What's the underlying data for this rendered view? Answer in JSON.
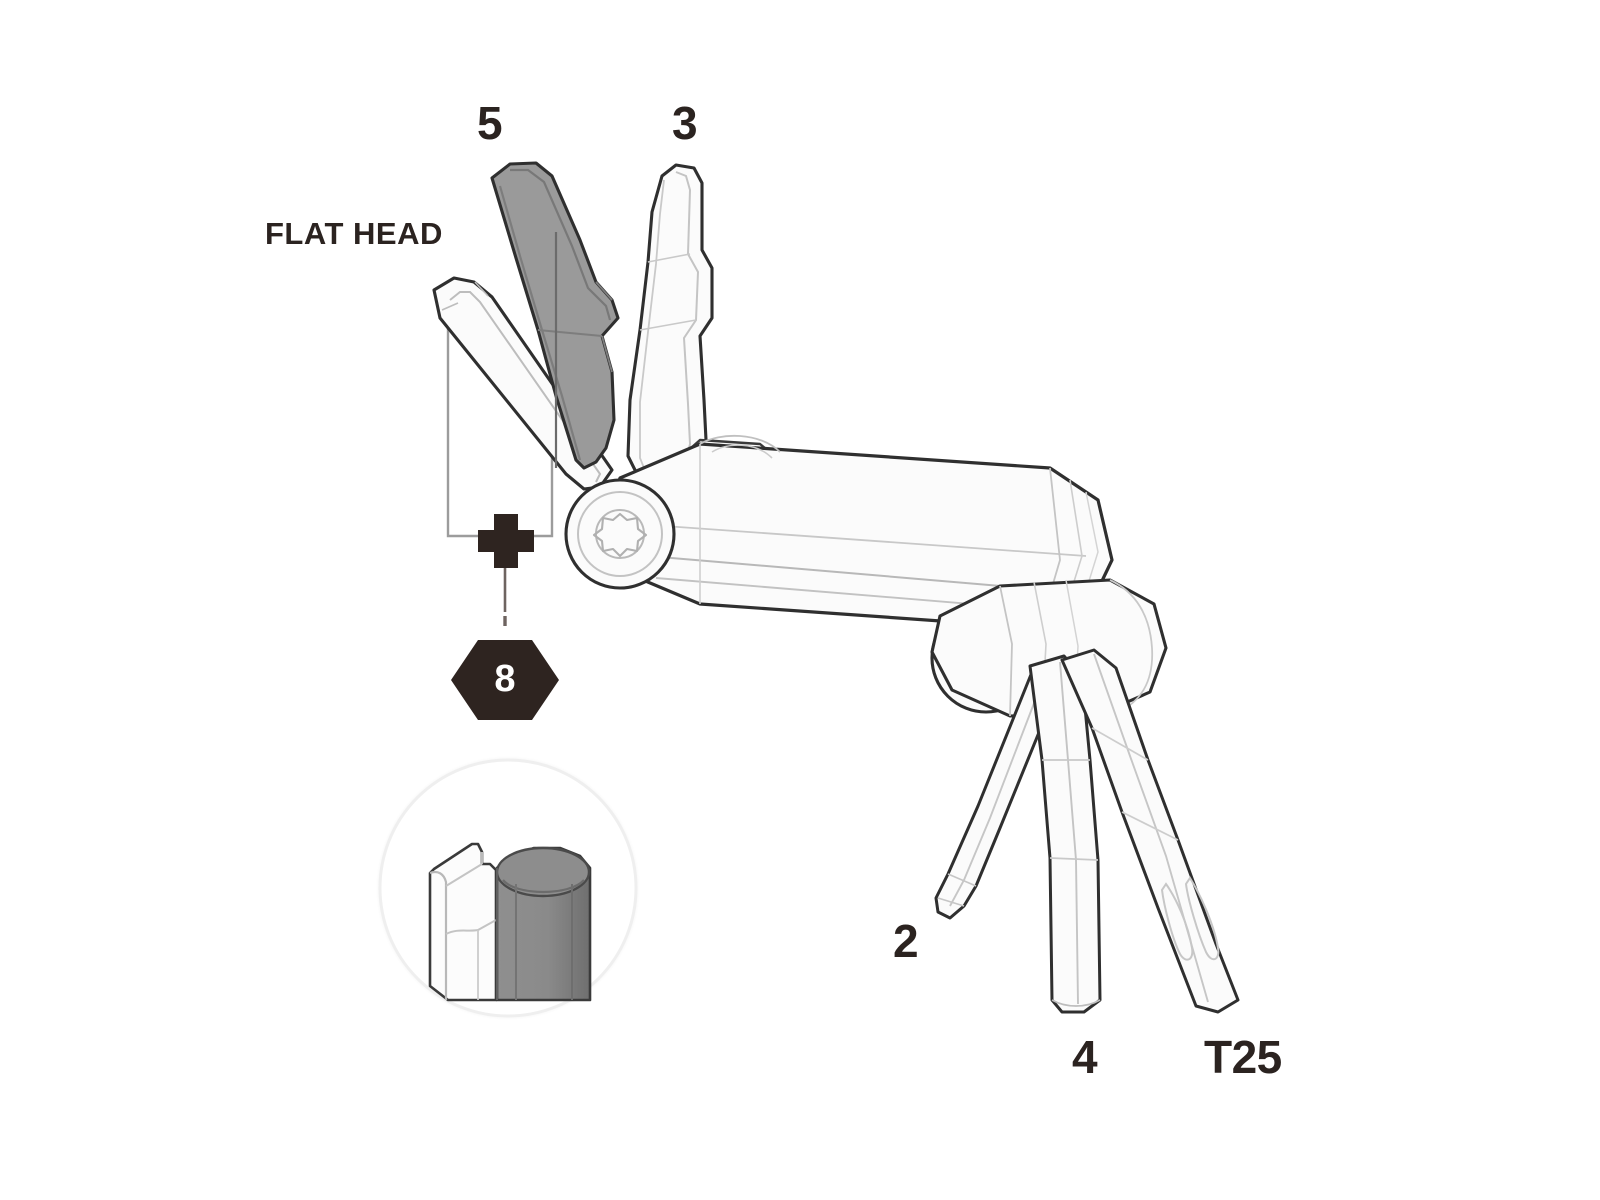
{
  "diagram": {
    "title": "Folding multi-tool exploded callout diagram",
    "background_color": "#ffffff",
    "ink_color": "#2b2320",
    "line_color": "#3a3a3a",
    "highlight_fill": "#9a9a9a",
    "body_fill": "#fbfbfb"
  },
  "labels": {
    "flat_head": "FLAT HEAD",
    "hex_5": "5",
    "hex_3": "3",
    "hex_2": "2",
    "hex_4": "4",
    "torx_t25": "T25",
    "combined_size": "8",
    "plus_symbol": "+"
  },
  "callout": {
    "badge_value": "8",
    "badge_shape": "hexagon",
    "badge_fill": "#2e2420",
    "badge_text_color": "#ffffff",
    "inset_shape": "circle",
    "inset_description": "hex-shaft-and-flat-head-detail"
  },
  "tools": [
    {
      "id": "flat-head",
      "label": "FLAT HEAD",
      "state": "open",
      "highlighted": false
    },
    {
      "id": "hex-5",
      "label": "5",
      "state": "open",
      "highlighted": true
    },
    {
      "id": "hex-3",
      "label": "3",
      "state": "open",
      "highlighted": false
    },
    {
      "id": "hex-2",
      "label": "2",
      "state": "open",
      "highlighted": false
    },
    {
      "id": "hex-4",
      "label": "4",
      "state": "open",
      "highlighted": false
    },
    {
      "id": "torx-t25",
      "label": "T25",
      "state": "open",
      "highlighted": false
    }
  ]
}
